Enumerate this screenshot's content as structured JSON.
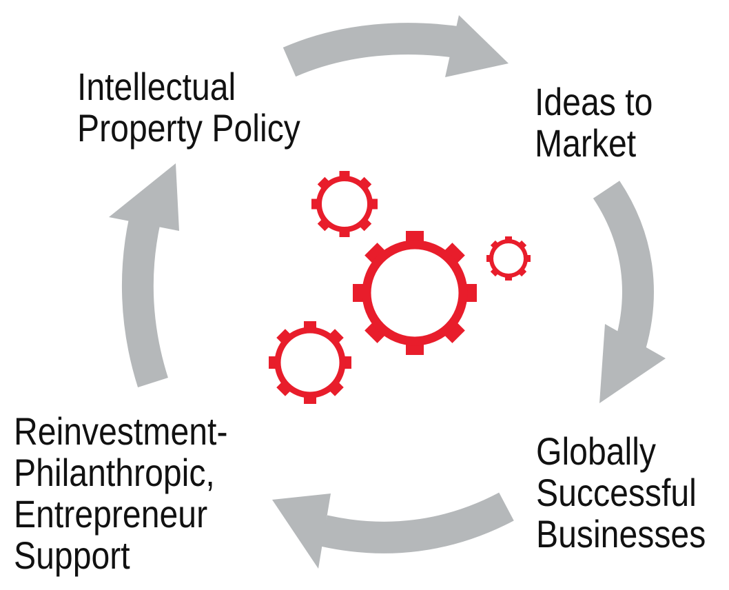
{
  "diagram": {
    "stages": {
      "top_left": {
        "lines": [
          "Intellectual",
          "Property Policy"
        ]
      },
      "top_right": {
        "lines": [
          "Ideas to",
          "Market"
        ]
      },
      "bottom_right": {
        "lines": [
          "Globally",
          "Successful",
          "Businesses"
        ]
      },
      "bottom_left": {
        "lines": [
          "Reinvestment-",
          "Philanthropic,",
          "Entrepreneur",
          "Support"
        ]
      }
    },
    "colors": {
      "arrow": "#b5b8ba",
      "gear": "#e81d2b",
      "text": "#111111"
    },
    "icons": [
      "gear-icon",
      "cycle-arrow-icon"
    ]
  }
}
